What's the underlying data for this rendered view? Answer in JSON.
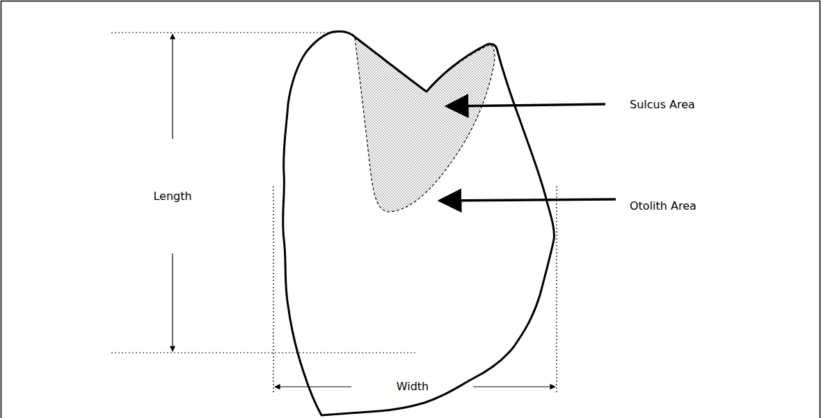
{
  "diagram": {
    "labels": [
      "Length",
      "Width",
      "Sulcus Area",
      "Otolith Area"
    ]
  }
}
